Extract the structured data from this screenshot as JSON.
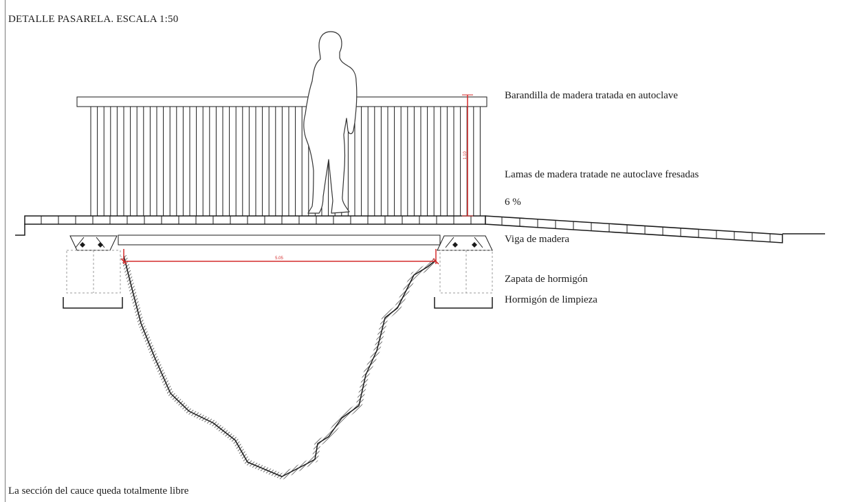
{
  "drawing": {
    "title": "DETALLE PASARELA. ESCALA 1:50",
    "labels": {
      "railing": "Barandilla de madera tratada en autoclave",
      "slats": "Lamas de madera tratade ne autoclave fresadas",
      "slope": "6 %",
      "beam": "Viga de madera",
      "footing": "Zapata de hormigón",
      "cleaning_concrete": "Hormigón de limpieza"
    },
    "dimensions": {
      "railing_height": "1.10",
      "span": "5.05"
    },
    "footer": "La sección del cauce queda totalmente libre",
    "colors": {
      "line": "#1a1a1a",
      "dimension": "#d42a2a",
      "hatch": "#333333"
    }
  }
}
